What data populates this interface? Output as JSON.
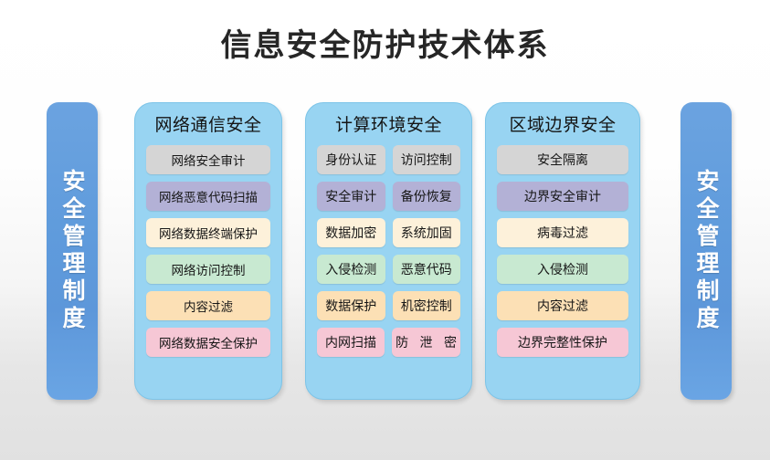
{
  "title": "信息安全防护技术体系",
  "side_bars": {
    "left_label": "安全管理制度",
    "right_label": "安全管理制度"
  },
  "colors": {
    "panel_bg": "#98d4f2",
    "panel_border": "#7cc4e8",
    "side_bar_blue": "#5f9bdc",
    "pill_gray": "#d5d5d5",
    "pill_purple": "#b3b1d6",
    "pill_cream": "#fdf1da",
    "pill_green": "#c8e9d1",
    "pill_orange": "#fce0b5",
    "pill_pink": "#f6c7d5",
    "title_text": "#262626",
    "page_bg": "#ffffff"
  },
  "columns": [
    {
      "title": "网络通信安全",
      "rows": [
        [
          {
            "label": "网络安全审计",
            "color": "c-gray"
          }
        ],
        [
          {
            "label": "网络恶意代码扫描",
            "color": "c-purple"
          }
        ],
        [
          {
            "label": "网络数据终端保护",
            "color": "c-cream"
          }
        ],
        [
          {
            "label": "网络访问控制",
            "color": "c-green"
          }
        ],
        [
          {
            "label": "内容过滤",
            "color": "c-orange"
          }
        ],
        [
          {
            "label": "网络数据安全保护",
            "color": "c-pink"
          }
        ]
      ]
    },
    {
      "title": "计算环境安全",
      "rows": [
        [
          {
            "label": "身份认证",
            "color": "c-gray"
          },
          {
            "label": "访问控制",
            "color": "c-gray"
          }
        ],
        [
          {
            "label": "安全审计",
            "color": "c-purple"
          },
          {
            "label": "备份恢复",
            "color": "c-purple"
          }
        ],
        [
          {
            "label": "数据加密",
            "color": "c-cream"
          },
          {
            "label": "系统加固",
            "color": "c-cream"
          }
        ],
        [
          {
            "label": "入侵检测",
            "color": "c-green"
          },
          {
            "label": "恶意代码",
            "color": "c-green"
          }
        ],
        [
          {
            "label": "数据保护",
            "color": "c-orange"
          },
          {
            "label": "机密控制",
            "color": "c-orange"
          }
        ],
        [
          {
            "label": "内网扫描",
            "color": "c-pink"
          },
          {
            "label": "防 泄 密",
            "color": "c-pink",
            "spaced": true
          }
        ]
      ]
    },
    {
      "title": "区域边界安全",
      "rows": [
        [
          {
            "label": "安全隔离",
            "color": "c-gray"
          }
        ],
        [
          {
            "label": "边界安全审计",
            "color": "c-purple"
          }
        ],
        [
          {
            "label": "病毒过滤",
            "color": "c-cream"
          }
        ],
        [
          {
            "label": "入侵检测",
            "color": "c-green"
          }
        ],
        [
          {
            "label": "内容过滤",
            "color": "c-orange"
          }
        ],
        [
          {
            "label": "边界完整性保护",
            "color": "c-pink"
          }
        ]
      ]
    }
  ]
}
